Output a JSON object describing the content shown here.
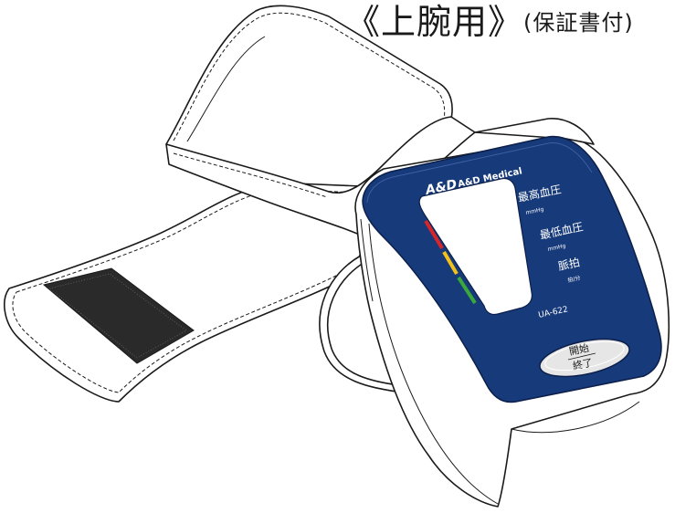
{
  "caption": {
    "part1": "《上腕用》",
    "part2": "(保証書付)"
  },
  "device": {
    "brand_logo": "A&D",
    "brand_name": "A&D Medical",
    "label_systolic": "最高血圧",
    "unit_systolic": "mmHg",
    "label_diastolic": "最低血圧",
    "unit_diastolic": "mmHg",
    "label_pulse": "脈拍",
    "unit_pulse": "拍/分",
    "model": "UA-622",
    "button_line1": "開始",
    "button_line2": "終了"
  },
  "colors": {
    "panel": "#173a7a",
    "panel_dark": "#0f2a5e",
    "indicator": [
      "#d7262b",
      "#f2c21b",
      "#3aa83a"
    ]
  }
}
